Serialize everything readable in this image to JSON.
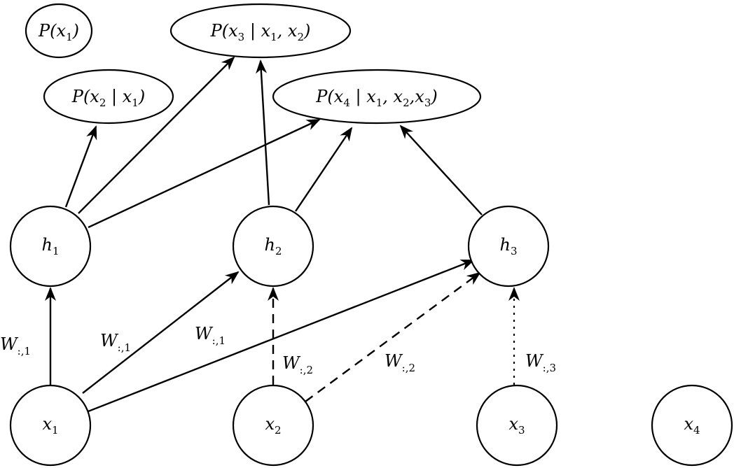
{
  "hidden_nodes": [
    {
      "id": "h1",
      "base": "h",
      "sub": "1"
    },
    {
      "id": "h2",
      "base": "h",
      "sub": "2"
    },
    {
      "id": "h3",
      "base": "h",
      "sub": "3"
    }
  ],
  "input_nodes": [
    {
      "id": "x1",
      "base": "x",
      "sub": "1"
    },
    {
      "id": "x2",
      "base": "x",
      "sub": "2"
    },
    {
      "id": "x3",
      "base": "x",
      "sub": "3"
    },
    {
      "id": "x4",
      "base": "x",
      "sub": "4"
    }
  ],
  "output_nodes": [
    {
      "id": "p1",
      "label": "P(x₁)"
    },
    {
      "id": "p2",
      "label": "P(x₂ | x₁)"
    },
    {
      "id": "p3",
      "label": "P(x₃ | x₁, x₂)"
    },
    {
      "id": "p4",
      "label": "P(x₄ | x₁, x₂,x₃)"
    }
  ],
  "weight_labels": [
    {
      "id": "w_x1_h1",
      "base": "W",
      "sub": ":,1"
    },
    {
      "id": "w_x1_h2",
      "base": "W",
      "sub": ":,1"
    },
    {
      "id": "w_x1_h3",
      "base": "W",
      "sub": ":,1"
    },
    {
      "id": "w_x2_h2",
      "base": "W",
      "sub": ":,2"
    },
    {
      "id": "w_x2_h3",
      "base": "W",
      "sub": ":,2"
    },
    {
      "id": "w_x3_h3",
      "base": "W",
      "sub": ":,3"
    }
  ],
  "edges": [
    {
      "from": "x1",
      "to": "h1",
      "style": "solid"
    },
    {
      "from": "x1",
      "to": "h2",
      "style": "solid"
    },
    {
      "from": "x1",
      "to": "h3",
      "style": "solid"
    },
    {
      "from": "x2",
      "to": "h2",
      "style": "dashed"
    },
    {
      "from": "x2",
      "to": "h3",
      "style": "dashed"
    },
    {
      "from": "x3",
      "to": "h3",
      "style": "dotted"
    },
    {
      "from": "h1",
      "to": "p2",
      "style": "solid"
    },
    {
      "from": "h1",
      "to": "p3",
      "style": "solid"
    },
    {
      "from": "h1",
      "to": "p4",
      "style": "solid"
    },
    {
      "from": "h2",
      "to": "p3",
      "style": "solid"
    },
    {
      "from": "h2",
      "to": "p4",
      "style": "solid"
    },
    {
      "from": "h3",
      "to": "p4",
      "style": "solid"
    }
  ]
}
